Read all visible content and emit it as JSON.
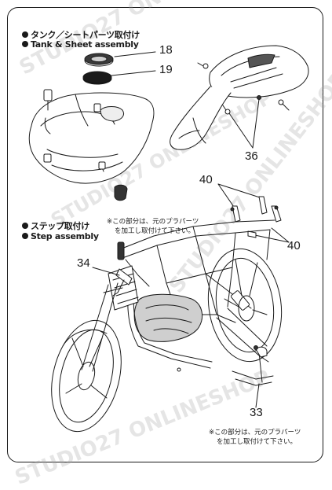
{
  "section_tank": {
    "title_jp": "タンク／シートパーツ取付け",
    "title_en": "Tank & Sheet assembly"
  },
  "section_step": {
    "title_jp": "ステップ取付け",
    "title_en": "Step assembly"
  },
  "part_numbers": {
    "p18": "18",
    "p19": "19",
    "p36": "36",
    "p40_left": "40",
    "p40_right": "40",
    "p34": "34",
    "p33": "33"
  },
  "notes": {
    "upper_line1": "※この部分は、元のプラパーツ",
    "upper_line2": "を加工し取付けて下さい。",
    "lower_line1": "※この部分は、元のプラパーツ",
    "lower_line2": "を加工し取付けて下さい。"
  },
  "watermark": "STUDIO27 ONLINESHOP",
  "colors": {
    "ink": "#1a1a1a",
    "watermark": "#a0a0a0",
    "paper": "#ffffff"
  }
}
